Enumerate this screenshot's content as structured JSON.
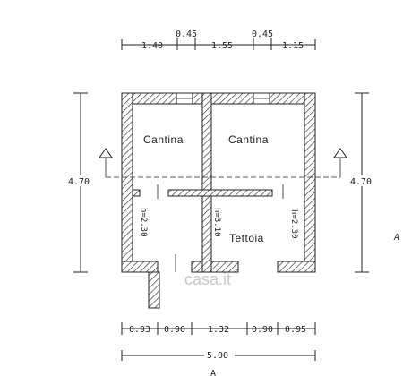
{
  "top_dimensions": [
    "1.40",
    "0.45",
    "1.55",
    "0.45",
    "1.15"
  ],
  "bottom_dimensions": [
    "0.93",
    "0.90",
    "1.32",
    "0.90",
    "0.95"
  ],
  "total_width": "5.00",
  "left_height": "4.70",
  "right_height": "4.70",
  "rooms": {
    "cantina_left": "Cantina",
    "cantina_right": "Cantina",
    "tettoia": "Tettoia"
  },
  "heights": {
    "left": "h=2.30",
    "middle": "h=3.10",
    "right": "h=2.30"
  },
  "watermark": "casa.it",
  "bottom_mark": "A",
  "side_mark": "A"
}
